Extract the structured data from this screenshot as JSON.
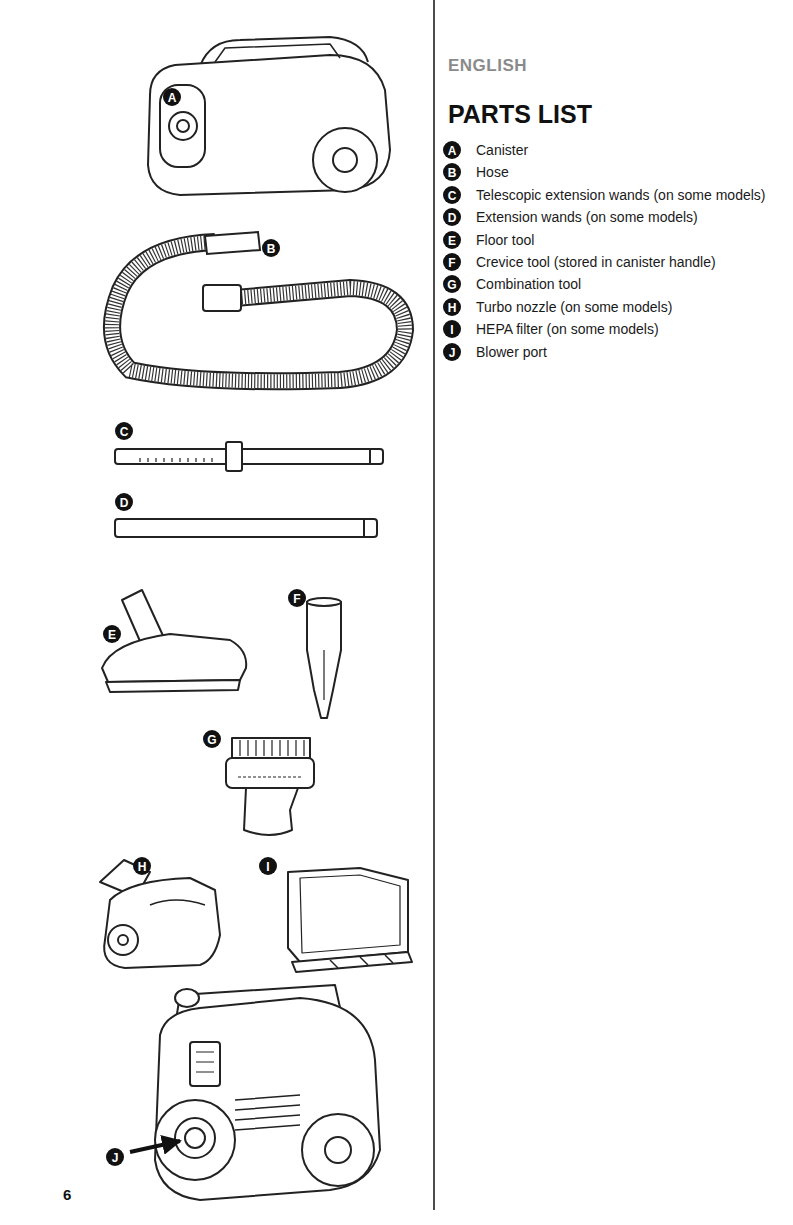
{
  "diagram": {
    "title": "PARTS LIST",
    "nodes": [
      {
        "text": [
          "A"
        ]
      },
      {
        "text": [
          "B"
        ]
      },
      {
        "text": [
          "C"
        ]
      },
      {
        "text": [
          "D"
        ]
      },
      {
        "text": [
          "F"
        ]
      },
      {
        "text": [
          "E"
        ]
      },
      {
        "text": [
          "G"
        ]
      },
      {
        "text": [
          "H"
        ]
      },
      {
        "text": [
          "I"
        ]
      },
      {
        "text": [
          "J"
        ]
      },
      {
        "text": [
          "A"
        ]
      },
      {
        "text": [
          "B"
        ]
      },
      {
        "text": [
          "C"
        ]
      },
      {
        "text": [
          "D"
        ]
      },
      {
        "text": [
          "E"
        ]
      },
      {
        "text": [
          "F"
        ]
      },
      {
        "text": [
          "G"
        ]
      },
      {
        "text": [
          "H"
        ]
      },
      {
        "text": [
          "I"
        ]
      },
      {
        "text": [
          "J"
        ]
      }
    ],
    "labels": [
      "ENGLISH",
      "Canister",
      "Hose",
      "Telescopic extension wands (on some models)",
      "Extension wands (on some models)",
      "Floor tool",
      "Crevice tool (stored in canister handle)",
      "Combination tool",
      "Turbo nozzle (on some models)",
      "HEPA filter (on some models)",
      "Blower port",
      "6"
    ]
  }
}
